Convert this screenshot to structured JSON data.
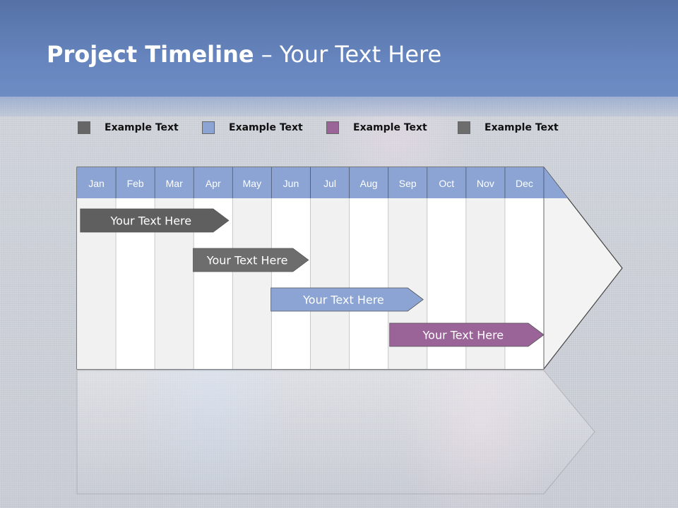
{
  "slide": {
    "title_bold": "Project Timeline",
    "title_rest": " – Your Text Here"
  },
  "legend": [
    {
      "label": "Example Text",
      "color": "#666666"
    },
    {
      "label": "Example Text",
      "color": "#8ba4d4"
    },
    {
      "label": "Example Text",
      "color": "#9a6498"
    },
    {
      "label": "Example Text",
      "color": "#6d6d6d"
    }
  ],
  "timeline": {
    "months": [
      "Jan",
      "Feb",
      "Mar",
      "Apr",
      "May",
      "Jun",
      "Jul",
      "Aug",
      "Sep",
      "Oct",
      "Nov",
      "Dec"
    ],
    "header_color": "#8ba4d4",
    "tasks": [
      {
        "label": "Your  Text Here",
        "start_month": 0.05,
        "end_month": 3.9,
        "color": "#5f5f5f"
      },
      {
        "label": "Your  Text Here",
        "start_month": 2.95,
        "end_month": 5.95,
        "color": "#6d6d6d"
      },
      {
        "label": "Your  Text Here",
        "start_month": 4.95,
        "end_month": 8.9,
        "color": "#8ba4d4"
      },
      {
        "label": "Your  Text Here",
        "start_month": 8.0,
        "end_month": 12.0,
        "color": "#9a6498"
      }
    ]
  }
}
